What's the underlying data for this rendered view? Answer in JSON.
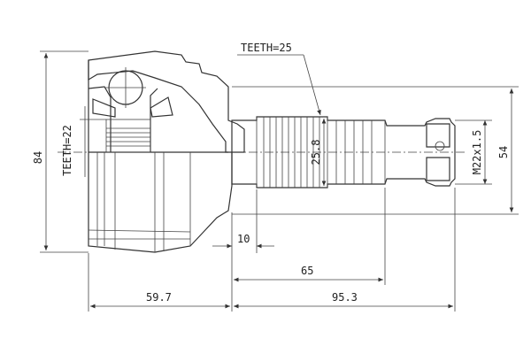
{
  "annotations": {
    "overall_diameter": "84",
    "teeth_inner": "TEETH=22",
    "teeth_shaft": "TEETH=25",
    "spline_diameter": "25.8",
    "thread": "M22x1.5",
    "shaft_diameter": "54",
    "len_10": "10",
    "len_65": "65",
    "len_59_7": "59.7",
    "len_95_3": "95.3"
  },
  "colors": {
    "ink": "#333333",
    "background": "#ffffff"
  }
}
